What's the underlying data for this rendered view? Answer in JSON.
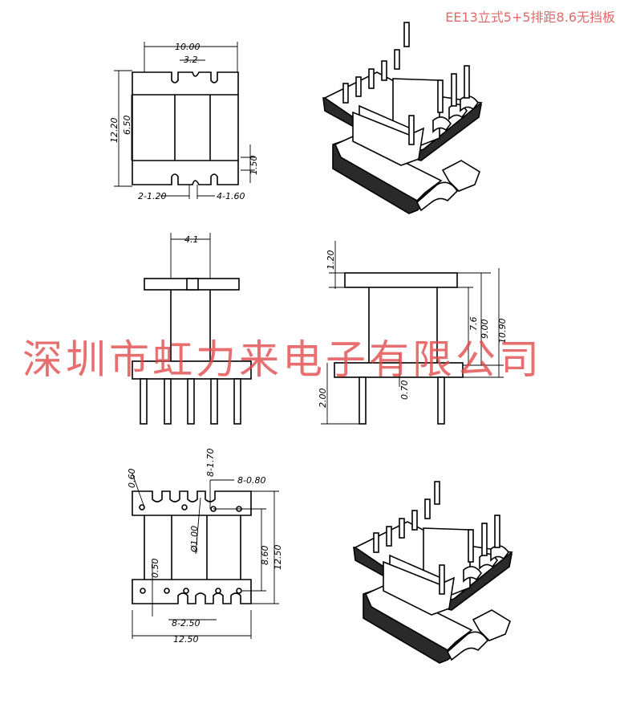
{
  "title": "EE13立式5+5排距8.6无挡板",
  "watermark": "深圳市虹力来电子有限公司",
  "dimensions": {
    "top_width": "10.00",
    "top_slot": "3.2",
    "top_height": "12.20",
    "top_inner": "6.50",
    "top_gap": "1.50",
    "top_pin_a": "2-1.20",
    "top_pin_b": "4-1.60",
    "front_core": "4.1",
    "side_flange": "1.20",
    "side_76": "7.6",
    "side_900": "9.00",
    "side_1090": "10.90",
    "side_200": "2.00",
    "side_070": "0.70",
    "bot_09": "0.60",
    "bot_170": "8-1.70",
    "bot_080": "8-0.80",
    "bot_100": "Ø1.00",
    "bot_860": "8.60",
    "bot_1250v": "12.50",
    "bot_050": "0.50",
    "bot_250": "8-2.50",
    "bot_1250h": "12.50"
  }
}
